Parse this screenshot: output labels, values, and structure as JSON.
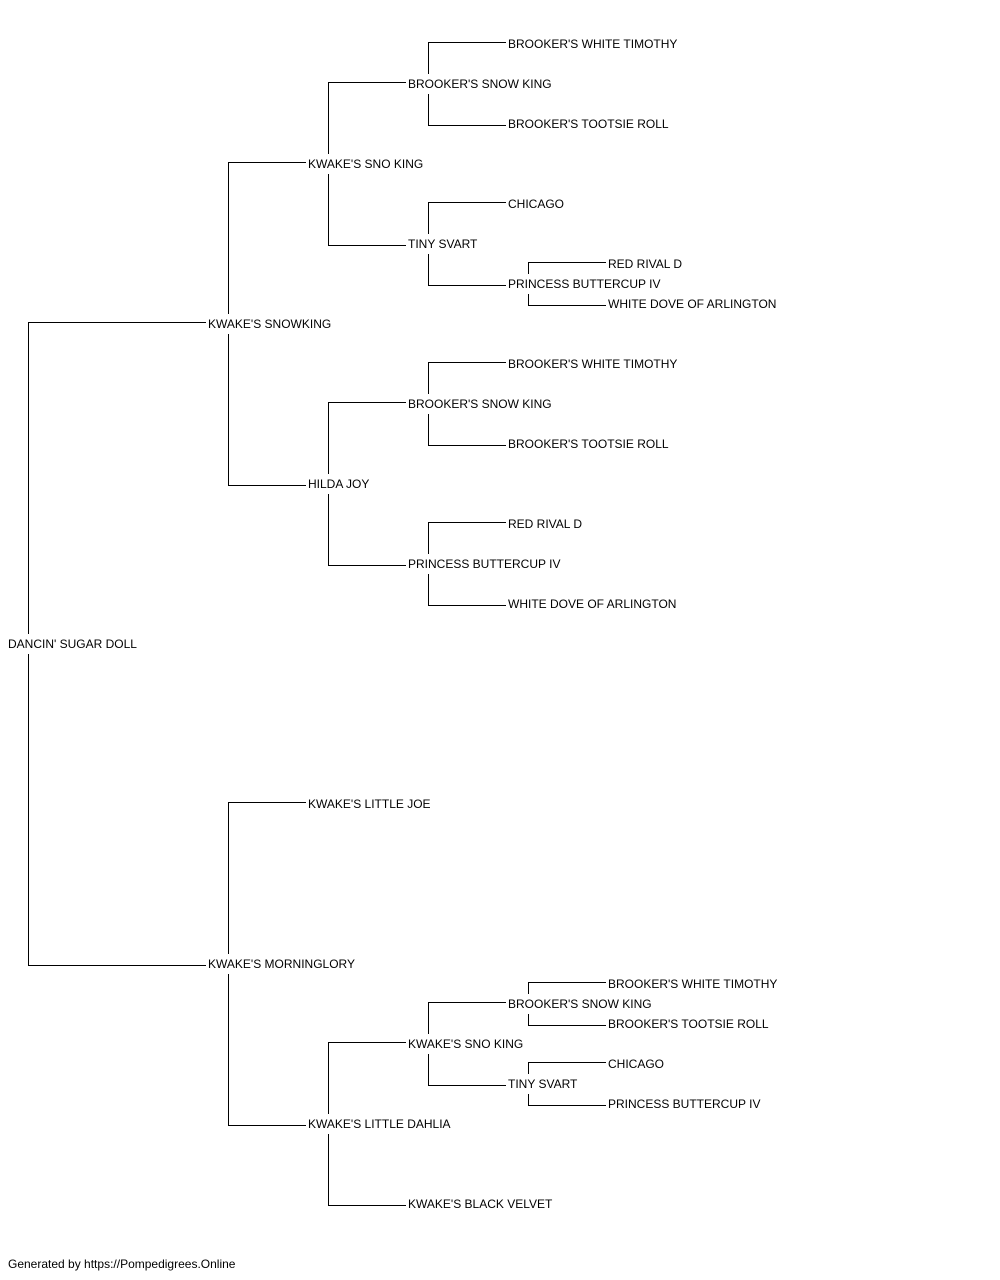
{
  "pedigree": {
    "subject": "DANCIN' SUGAR DOLL",
    "sire": {
      "name": "KWAKE'S SNOWKING",
      "sire": {
        "name": "KWAKE'S SNO KING",
        "sire": {
          "name": "BROOKER'S SNOW KING",
          "sire": "BROOKER'S WHITE TIMOTHY",
          "dam": "BROOKER'S TOOTSIE ROLL"
        },
        "dam": {
          "name": "TINY SVART",
          "sire": "CHICAGO",
          "dam": "PRINCESS BUTTERCUP IV",
          "dam_sire": "RED RIVAL D",
          "dam_dam": "WHITE DOVE OF ARLINGTON"
        }
      },
      "dam": {
        "name": "HILDA JOY",
        "sire": {
          "name": "BROOKER'S SNOW KING",
          "sire": "BROOKER'S WHITE TIMOTHY",
          "dam": "BROOKER'S TOOTSIE ROLL"
        },
        "dam": {
          "name": "PRINCESS BUTTERCUP IV",
          "sire": "RED RIVAL D",
          "dam": "WHITE DOVE OF ARLINGTON"
        }
      }
    },
    "dam": {
      "name": "KWAKE'S MORNINGLORY",
      "sire": {
        "name": "KWAKE'S LITTLE JOE"
      },
      "dam": {
        "name": "KWAKE'S LITTLE DAHLIA",
        "sire": {
          "name": "KWAKE'S SNO KING",
          "sire": {
            "name": "BROOKER'S SNOW KING",
            "sire": "BROOKER'S WHITE TIMOTHY",
            "dam": "BROOKER'S TOOTSIE ROLL"
          },
          "dam": {
            "name": "TINY SVART",
            "sire": "CHICAGO",
            "dam": "PRINCESS BUTTERCUP IV"
          }
        },
        "dam": {
          "name": "KWAKE'S BLACK VELVET"
        }
      }
    }
  },
  "footer": {
    "text": "Generated by https://Pompedigrees.Online"
  }
}
